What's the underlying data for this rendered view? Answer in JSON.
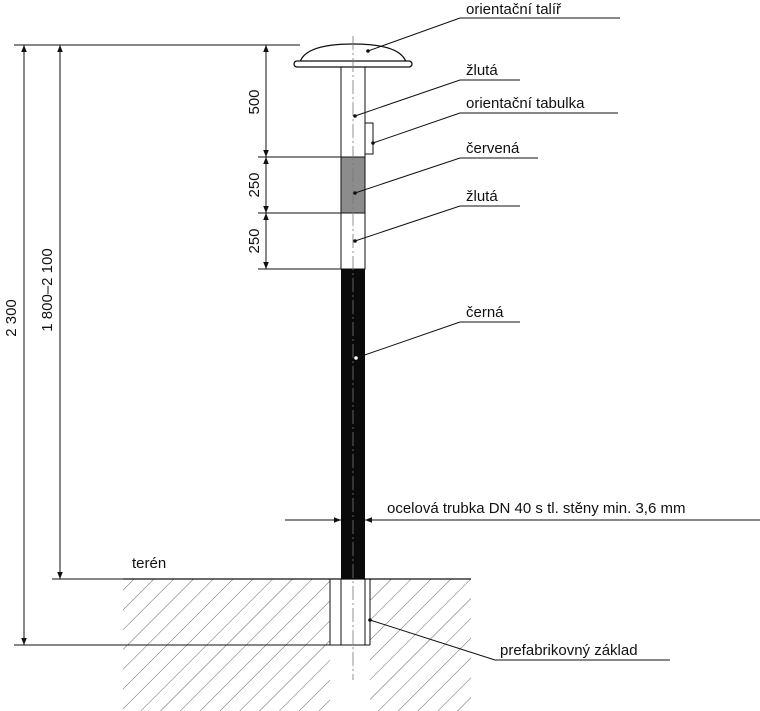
{
  "labels": {
    "plate": "orientační talíř",
    "yellow_top": "žlutá",
    "sign": "orientační tabulka",
    "red": "červená",
    "yellow_bottom": "žlutá",
    "black": "černá",
    "tube": "ocelová trubka DN 40 s tl. stěny min. 3,6 mm",
    "ground": "terén",
    "base": "prefabrikovný základ"
  },
  "dimensions": {
    "total": "2 300",
    "above_ground": "1 800–2 100",
    "yellow_top": "500",
    "red": "250",
    "yellow_bottom": "250"
  },
  "colors": {
    "red_band": "#8c8c8c",
    "black_band": "#0a0a0a",
    "yellow_band": "#ffffff",
    "line": "#111111"
  }
}
